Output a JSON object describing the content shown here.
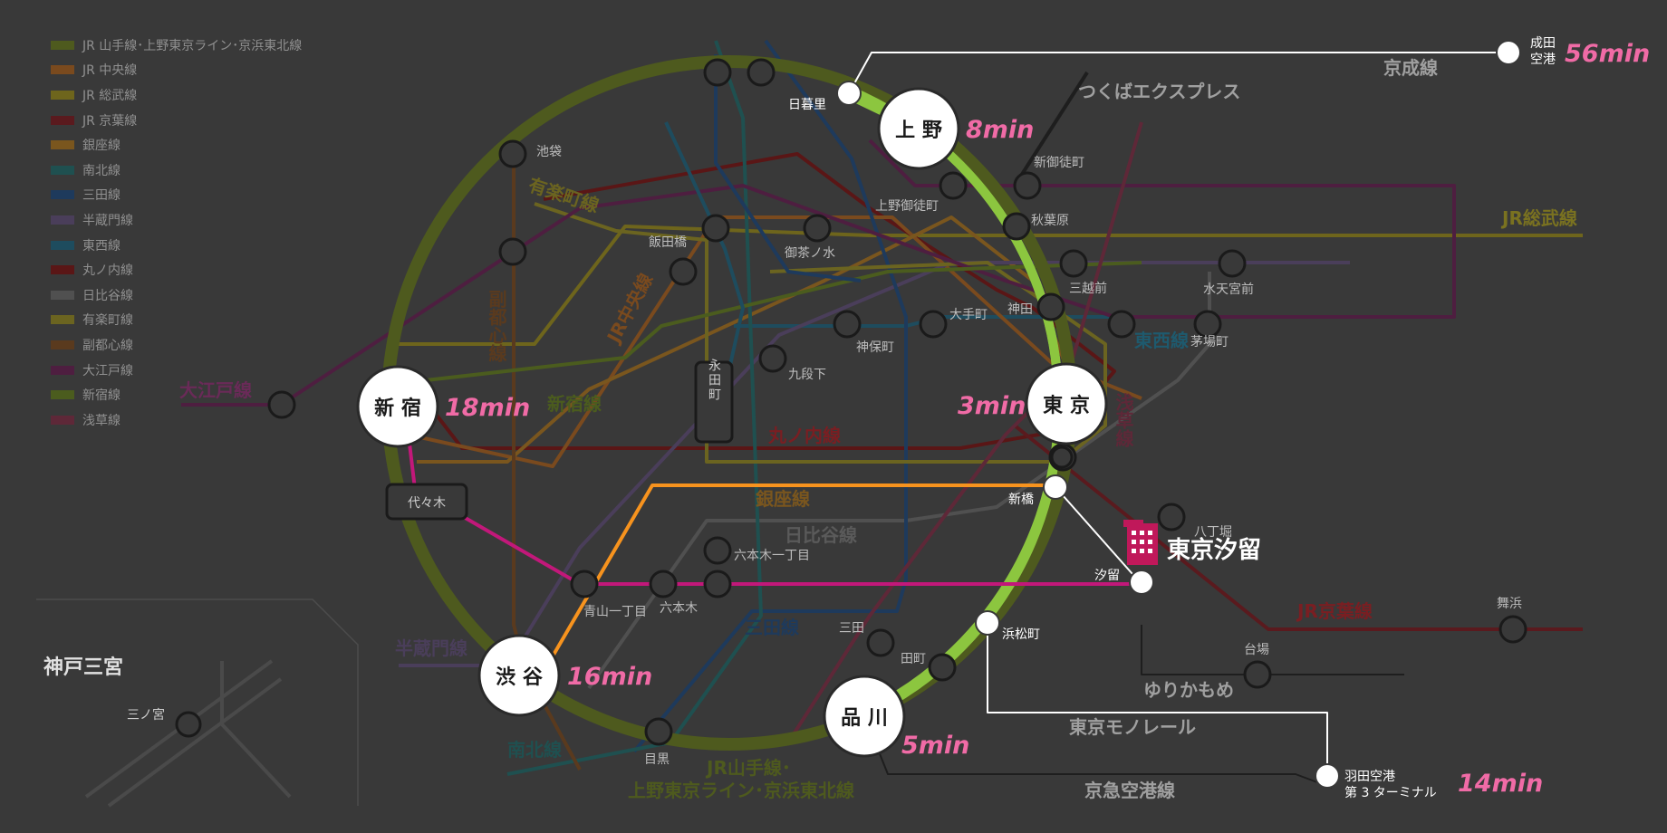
{
  "legend": [
    {
      "label": "JR 山手線･上野東京ライン･京浜東北線",
      "color": "#4e5a1e"
    },
    {
      "label": "JR 中央線",
      "color": "#7a4a1e"
    },
    {
      "label": "JR 総武線",
      "color": "#6e651c"
    },
    {
      "label": "JR 京葉線",
      "color": "#5a1a1e"
    },
    {
      "label": "銀座線",
      "color": "#7a561e"
    },
    {
      "label": "南北線",
      "color": "#1f5050"
    },
    {
      "label": "三田線",
      "color": "#1e3a5c"
    },
    {
      "label": "半蔵門線",
      "color": "#4a3e5a"
    },
    {
      "label": "東西線",
      "color": "#1e4c5e"
    },
    {
      "label": "丸ノ内線",
      "color": "#5a1616"
    },
    {
      "label": "日比谷線",
      "color": "#505050"
    },
    {
      "label": "有楽町線",
      "color": "#6b6420"
    },
    {
      "label": "副都心線",
      "color": "#5a3a1e"
    },
    {
      "label": "大江戸線",
      "color": "#4e1e40"
    },
    {
      "label": "新宿線",
      "color": "#4b5c1e"
    },
    {
      "label": "浅草線",
      "color": "#5e2838"
    }
  ],
  "colors": {
    "yamanote": "#4e5a1e",
    "yamanote_active": "#8cc63f",
    "chuo": "#7a4a1e",
    "sobu": "#6e651c",
    "keiyo": "#5a1a1e",
    "ginza": "#7a561e",
    "ginza_active": "#f7931e",
    "namboku": "#1f5050",
    "mita": "#1e3a5c",
    "hanzomon": "#4a3e5a",
    "tozai": "#1e4c5e",
    "marunouchi": "#5a1616",
    "hibiya": "#505050",
    "yurakucho": "#6b6420",
    "fukutoshin": "#5a3a1e",
    "oedo": "#4e1e40",
    "oedo_active": "#c2187a",
    "shinjuku": "#4b5c1e",
    "asakusa": "#5e2838",
    "route": "#ffffff",
    "time": "#f06ba6",
    "brand": "#c0185a"
  },
  "hubs": {
    "shinjuku": {
      "name": "新 宿",
      "time": "18min"
    },
    "shibuya": {
      "name": "渋 谷",
      "time": "16min"
    },
    "ueno": {
      "name": "上 野",
      "time": "8min"
    },
    "tokyo": {
      "name": "東 京",
      "time": "3min"
    },
    "shinagawa": {
      "name": "品 川",
      "time": "5min"
    }
  },
  "airports": {
    "narita": {
      "line1": "成田",
      "line2": "空港",
      "time": "56min"
    },
    "haneda": {
      "line1": "羽田空港",
      "line2": "第 3 ターミナル",
      "time": "14min"
    }
  },
  "destination": {
    "name": "東京汐留",
    "icon": "building-icon"
  },
  "stations": {
    "nippori": "日暮里",
    "shimbashi": "新橋",
    "shiodome": "汐留",
    "hamamatsucho": "浜松町",
    "ikebukuro": "池袋",
    "iidabashi": "飯田橋",
    "ochanomizu": "御茶ノ水",
    "ueno_okachimachi": "上野御徒町",
    "shin_okachimachi": "新御徒町",
    "akihabara": "秋葉原",
    "mitsukoshimae": "三越前",
    "suitengumae": "水天宮前",
    "kanda": "神田",
    "otemachi": "大手町",
    "jimbocho": "神保町",
    "kudanshita": "九段下",
    "kayabacho": "茅場町",
    "hatchobori": "八丁堀",
    "roppongi_itchome": "六本木一丁目",
    "aoyama_itchome": "青山一丁目",
    "roppongi": "六本木",
    "mita": "三田",
    "tamachi": "田町",
    "meguro": "目黒",
    "daiba": "台場",
    "maihama": "舞浜",
    "sannomiya": "三ノ宮",
    "nagatacho": "永田町",
    "yoyogi": "代々木"
  },
  "line_labels": {
    "keisei": "京成線",
    "tsukuba": "つくばエクスプレス",
    "jr_sobu": "JR総武線",
    "yurakucho": "有楽町線",
    "jr_chuo": "JR中央線",
    "fukutoshin": "副都心線",
    "oedo": "大江戸線",
    "shinjuku": "新宿線",
    "marunouchi": "丸ノ内線",
    "tozai": "東西線",
    "asakusa": "浅草線",
    "ginza": "銀座線",
    "hibiya": "日比谷線",
    "hanzomon": "半蔵門線",
    "mita": "三田線",
    "namboku": "南北線",
    "jr_keiyo": "JR京葉線",
    "yurikamome": "ゆりかもめ",
    "monorail": "東京モノレール",
    "keikyu": "京急空港線",
    "yamanote_1": "JR山手線･",
    "yamanote_2": "上野東京ライン･京浜東北線"
  },
  "inset": {
    "title": "神戸三宮"
  }
}
